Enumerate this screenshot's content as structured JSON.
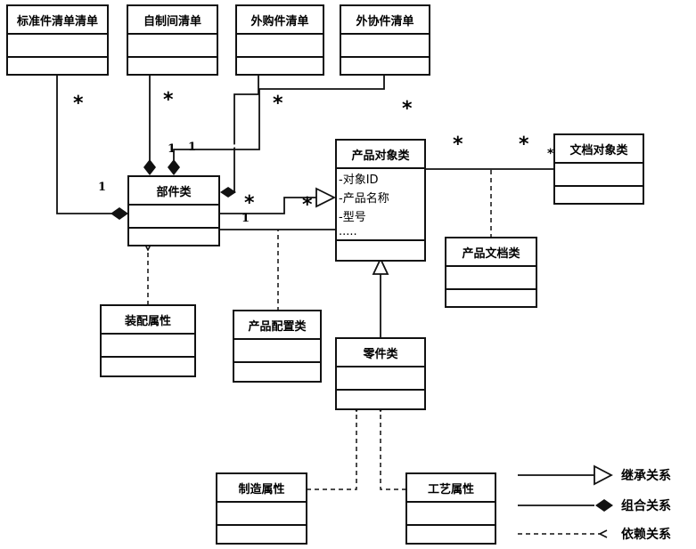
{
  "classes": {
    "std_parts_list": "标准件清单清单",
    "self_made_list": "自制间清单",
    "purchased_list": "外购件清单",
    "outsourced_list": "外协件清单",
    "component": "部件类",
    "product_object": "产品对象类",
    "document_object": "文档对象类",
    "product_document": "产品文档类",
    "assembly_attr": "装配属性",
    "product_config": "产品配置类",
    "part": "零件类",
    "manufacture_attr": "制造属性",
    "process_attr": "工艺属性"
  },
  "product_object_attrs": [
    "-对象ID",
    "-产品名称",
    "-型号",
    "....."
  ],
  "multiplicity": {
    "one": "1",
    "many": "*"
  },
  "legend": {
    "inheritance": "继承关系",
    "composition": "组合关系",
    "dependency": "依赖关系"
  }
}
